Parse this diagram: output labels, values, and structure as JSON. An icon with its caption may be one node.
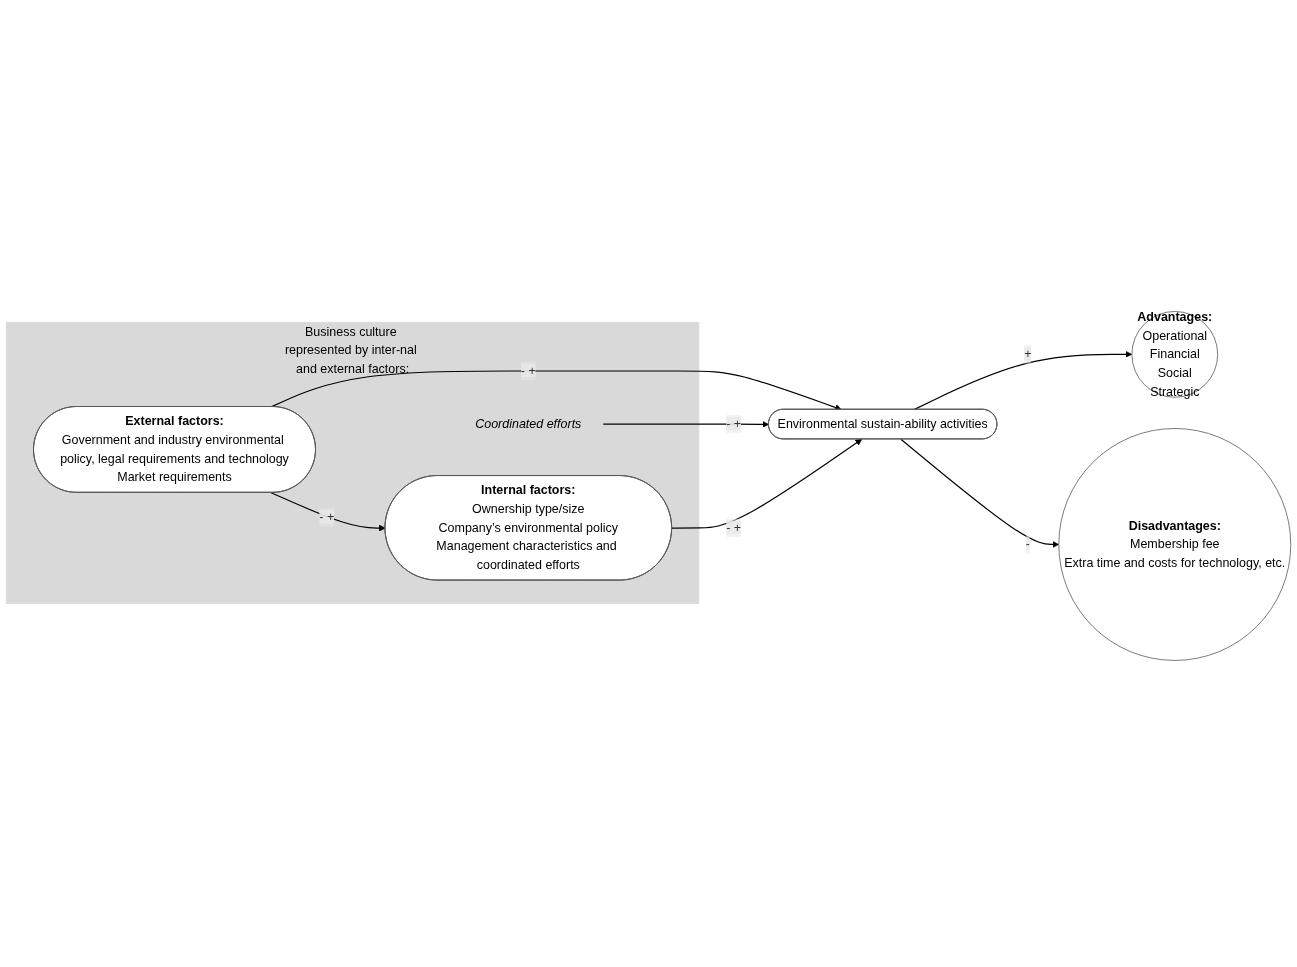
{
  "diagram": {
    "nodes": [
      {
        "text": [
          "Business culture represented by inter-nal and external factors:"
        ]
      },
      {
        "text": [
          "External factors:",
          "Government and industry environmental policy, legal requirements and technology",
          "Market requirements"
        ],
        "in": 0
      },
      {
        "text": [
          "Internal factors:",
          "Ownership type/size",
          "Company’s environmental policy",
          "Management characteristics and coordinated efforts"
        ],
        "in": 0
      },
      {
        "text": [
          "Coordinated efforts"
        ],
        "in": 0
      },
      {
        "text": [
          "Environmental sustain-ability activities"
        ]
      },
      {
        "text": [
          "Advantages:",
          "Operational",
          "Financial",
          "Social",
          "Strategic"
        ]
      },
      {
        "text": [
          "Disadvantages:",
          "Membership fee",
          "Extra time and costs for technology, etc."
        ]
      }
    ],
    "edges": [
      {
        "from": 1,
        "to": 2,
        "arrow": "to",
        "label": "- +"
      },
      {
        "from": 1,
        "to": 4,
        "arrow": "to",
        "label": "- +"
      },
      {
        "from": 3,
        "to": 4,
        "arrow": "to",
        "label": "- +"
      },
      {
        "from": 2,
        "to": 4,
        "arrow": "to",
        "label": "- +"
      },
      {
        "from": 4,
        "to": 5,
        "arrow": "to",
        "label": "+"
      },
      {
        "from": 4,
        "to": 6,
        "arrow": "to",
        "label": "-"
      }
    ]
  }
}
